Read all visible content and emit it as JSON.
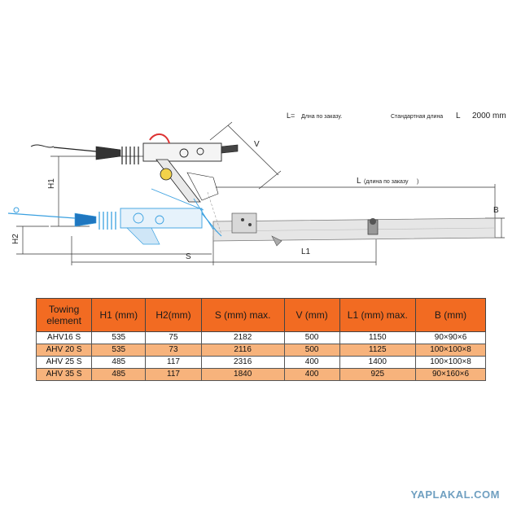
{
  "diagram": {
    "note_l_eq": "L=",
    "note_l_eq_text": "Длна по заказу.",
    "note_std": "Стандартная длина",
    "note_std_l": "L",
    "note_std_value": "2000 mm",
    "label_l": "L",
    "label_l_text": "(длина по заказу",
    "label_l_close": ")",
    "label_v": "V",
    "label_h1": "H1",
    "label_h2": "H2",
    "label_b": "B",
    "label_s": "S",
    "label_l1": "L1"
  },
  "table": {
    "headers": [
      "Towing element",
      "H1 (mm)",
      "H2(mm)",
      "S (mm) max.",
      "V (mm)",
      "L1 (mm) max.",
      "B (mm)"
    ],
    "rows": [
      [
        "AHV16 S",
        "535",
        "75",
        "2182",
        "500",
        "1150",
        "90×90×6"
      ],
      [
        "AHV 20 S",
        "535",
        "73",
        "2116",
        "500",
        "1125",
        "100×100×8"
      ],
      [
        "AHV 25 S",
        "485",
        "117",
        "2316",
        "400",
        "1400",
        "100×100×8"
      ],
      [
        "AHV 35 S",
        "485",
        "117",
        "1840",
        "400",
        "925",
        "90×160×6"
      ]
    ]
  },
  "watermark": "YAPLAKAL.COM",
  "colors": {
    "header_bg": "#f26b22",
    "row_alt_bg": "#f7b37c",
    "drawing_blue": "#3aa0e0",
    "watermark": "#6f9fc0"
  }
}
